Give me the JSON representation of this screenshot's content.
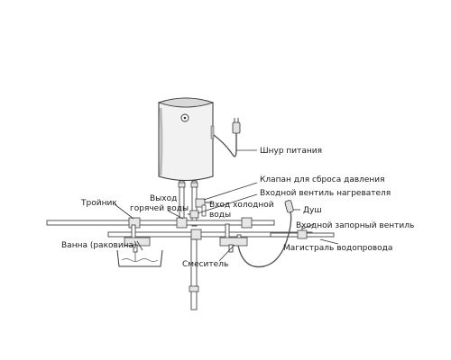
{
  "labels": {
    "power_cord": "Шнур питания",
    "relief_valve": "Клапан для сброса давления",
    "inlet_valve": "Входной вентиль нагревателя",
    "cold_in_1": "Вход холодной",
    "cold_in_2": "воды",
    "hot_out_1": "Выход",
    "hot_out_2": "горячей воды",
    "tee": "Тройник",
    "shower": "Душ",
    "main_valve": "Входной запорный  вентиль",
    "bath": "Ванна (раковина)",
    "mixer": "Смеситель",
    "mains": "Магистраль водопровода"
  },
  "icons": [
    "water-heater-icon",
    "power-plug-icon",
    "shower-head-icon",
    "bathtub-icon",
    "mixer-tap-icon"
  ],
  "colors": {
    "line": "#333333",
    "fill": "#e6e6e6",
    "background": "#ffffff"
  }
}
